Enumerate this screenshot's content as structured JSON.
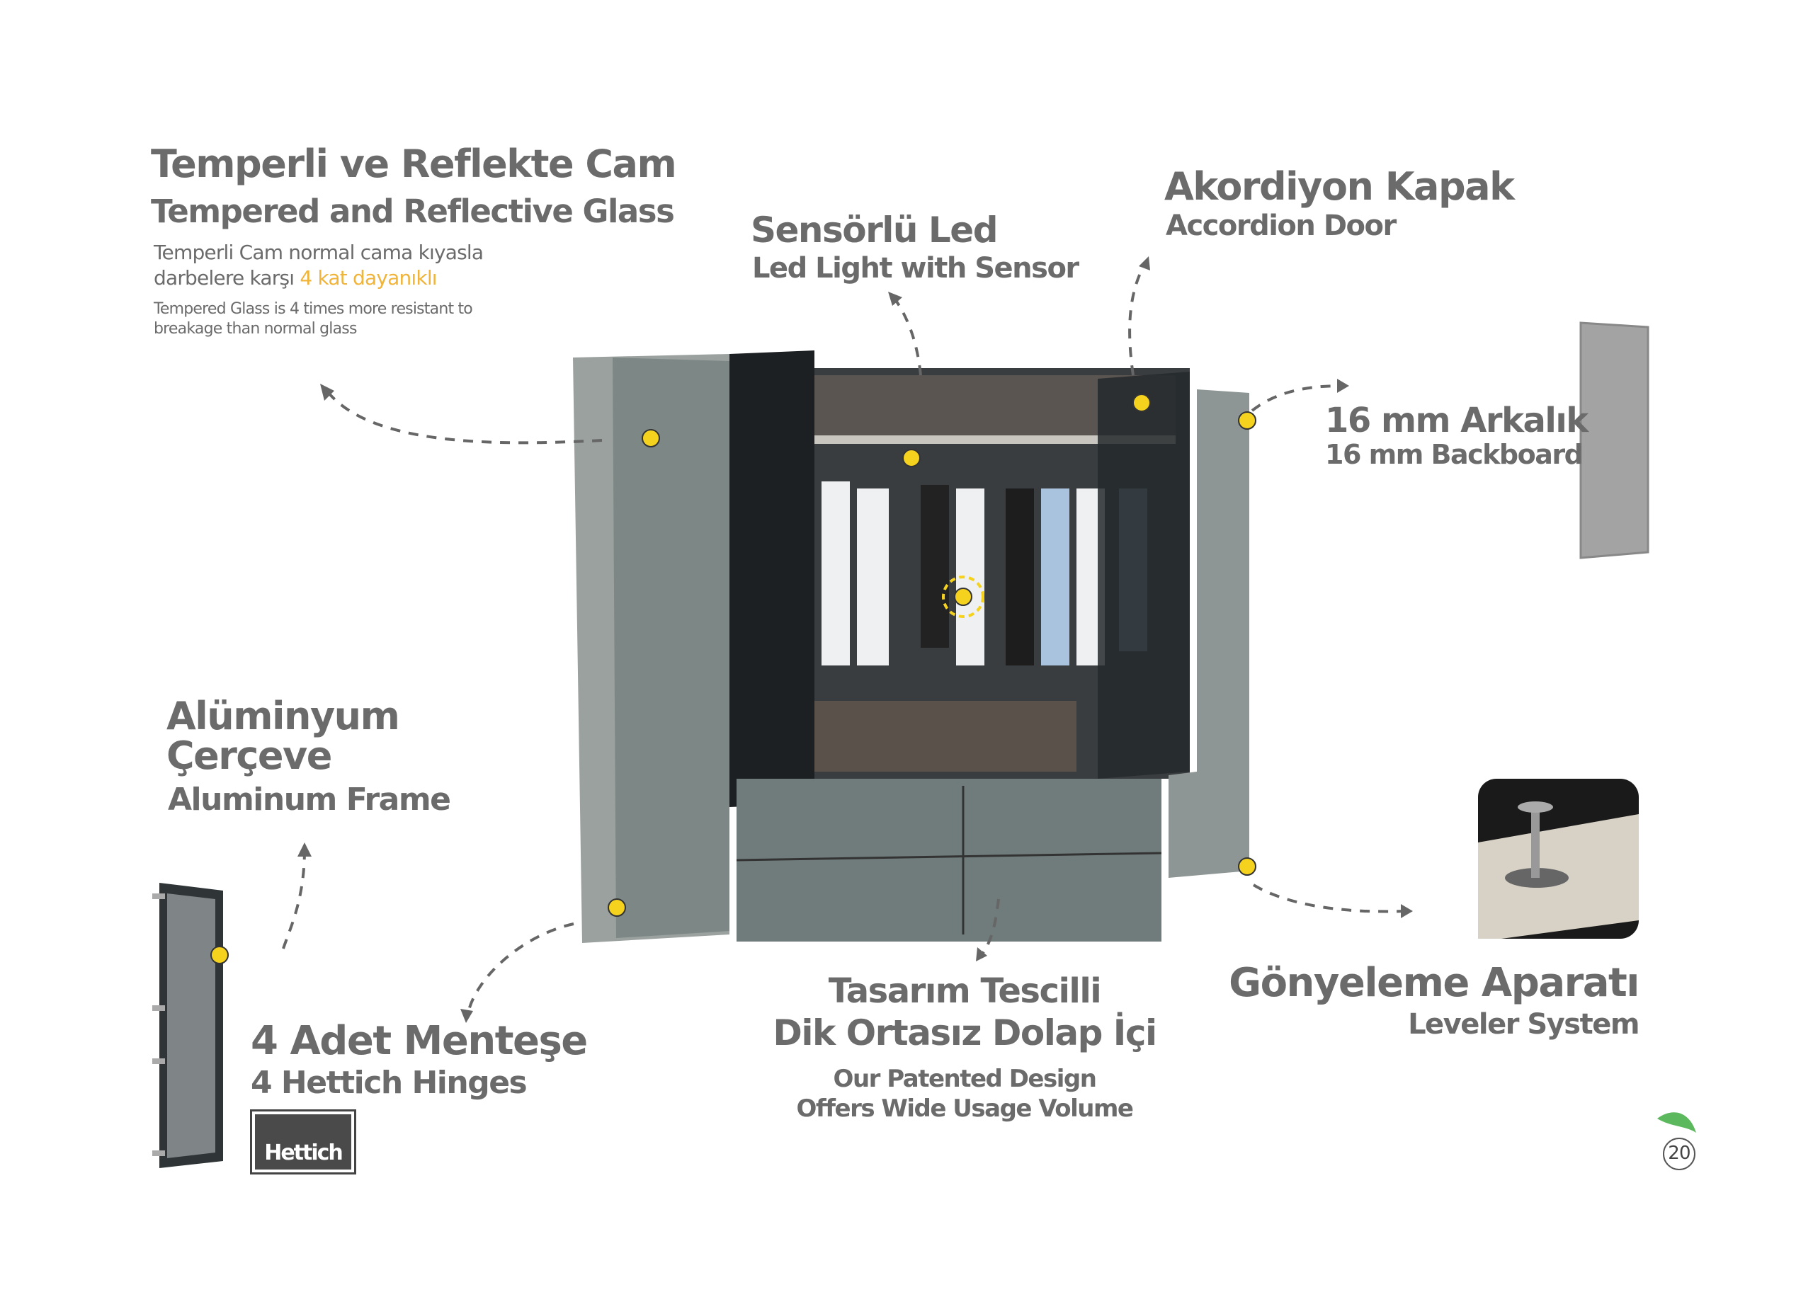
{
  "glass": {
    "title_tr": "Temperli ve Reflekte Cam",
    "title_en": "Tempered and Reflective Glass",
    "desc_tr_1": "Temperli Cam normal cama kıyasla",
    "desc_tr_2a": "darbelere karşı",
    "desc_tr_2b": "4 kat dayanıklı",
    "desc_en_1": "Tempered Glass is 4 times more resistant to",
    "desc_en_2": "breakage than normal glass"
  },
  "led": {
    "title_tr": "Sensörlü Led",
    "title_en": "Led Light with Sensor"
  },
  "door": {
    "title_tr": "Akordiyon Kapak",
    "title_en": "Accordion Door"
  },
  "backboard": {
    "title_tr": "16 mm Arkalık",
    "title_en": "16 mm Backboard"
  },
  "frame": {
    "title_tr_1": "Alüminyum",
    "title_tr_2": "Çerçeve",
    "title_en": "Aluminum Frame"
  },
  "hinges": {
    "title_tr": "4 Adet Menteşe",
    "title_en": "4 Hettich Hinges",
    "logo": "Hettich"
  },
  "design": {
    "title_tr_1": "Tasarım Tescilli",
    "title_tr_2": "Dik Ortasız Dolap İçi",
    "desc_en_1": "Our Patented Design",
    "desc_en_2": "Offers Wide Usage Volume"
  },
  "leveler": {
    "title_tr": "Gönyeleme Aparatı",
    "title_en": "Leveler System"
  },
  "page_number": "20",
  "colors": {
    "text": "#6b6b6b",
    "accent": "#f0b43a",
    "dot": "#f5d21e",
    "leaf": "#5cb85c"
  }
}
